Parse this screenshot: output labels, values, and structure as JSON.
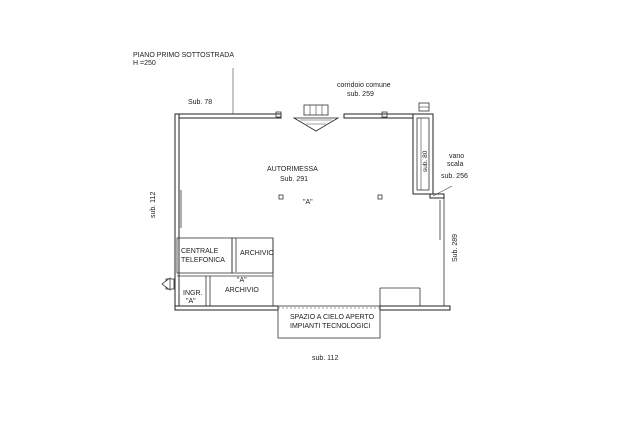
{
  "header": {
    "floor": "PIANO PRIMO SOTTOSTRADA",
    "height": "H =250"
  },
  "labels": {
    "sub78": "Sub. 78",
    "corridor_name": "corridoio comune",
    "corridor_sub": "sub. 259",
    "vano_scala_1": "vano",
    "vano_scala_2": "scala",
    "sub256": "sub. 256",
    "sub80": "sub. 80",
    "sub112_left": "sub. 112",
    "sub289": "Sub. 289",
    "sub112_bottom": "sub. 112"
  },
  "rooms": {
    "autorimessa_name": "AUTORIMESSA",
    "autorimessa_sub": "Sub. 291",
    "autorimessa_mark": "\"A\"",
    "centrale_1": "CENTRALE",
    "centrale_2": "TELEFONICA",
    "archivio_1": "ARCHIVIO",
    "archivio_mark": "\"A\"",
    "archivio_2": "ARCHIVIO",
    "ingr": "INGR.",
    "ingr_mark": "\"A\"",
    "spazio_1": "SPAZIO A CIELO APERTO",
    "spazio_2": "IMPIANTI TECNOLOGICI"
  }
}
